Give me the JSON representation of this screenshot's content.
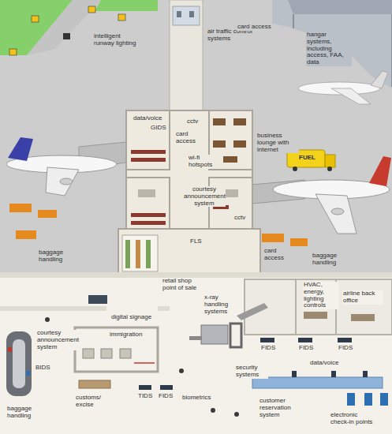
{
  "diagram": {
    "labels": [
      "intelligent runway lighting",
      "air traffic control systems",
      "card access",
      "hangar systems, including access, FAA, data",
      "data/voice",
      "GIDS",
      "cctv",
      "card access",
      "wi-fi hotspots",
      "business lounge with internet",
      "courtesy announcement system",
      "cctv",
      "baggage handling",
      "FLS",
      "card access",
      "baggage handling",
      "HVAC, energy, lighting controls",
      "airline back office",
      "retail shop point of sale",
      "x-ray handling systems",
      "digital signage",
      "courtesy announcement system",
      "immigration",
      "BIDS",
      "FIDS",
      "FIDS",
      "FIDS",
      "data/voice",
      "security systems",
      "baggage handling",
      "customs/ excise",
      "TIDS",
      "FIDS",
      "biometrics",
      "customer reservation system",
      "electronic check-in points",
      "FUEL"
    ]
  }
}
